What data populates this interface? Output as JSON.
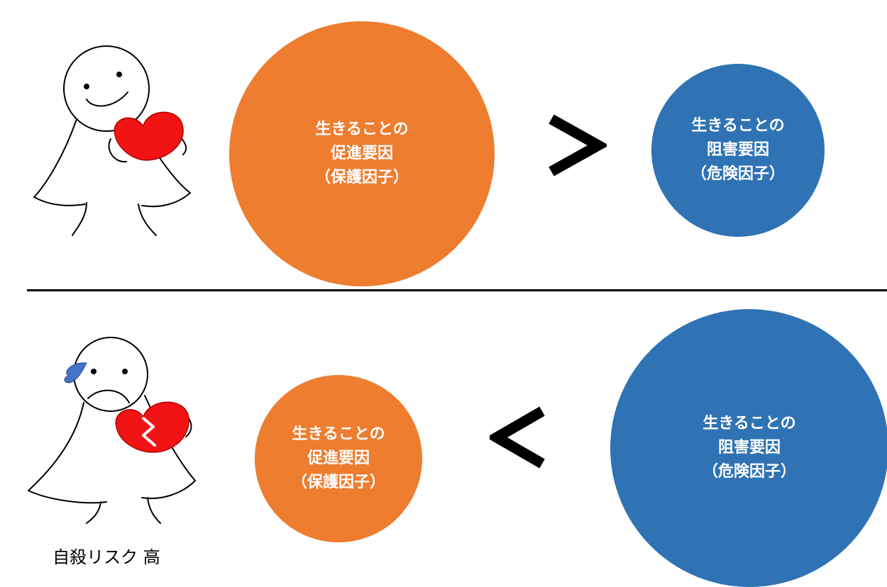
{
  "top_row": {
    "promote": {
      "line1": "生きることの",
      "line2": "促進要因",
      "line3": "（保護因子）",
      "color": "#ee7d30"
    },
    "comparison": ">",
    "risk": {
      "line1": "生きることの",
      "line2": "阻害要因",
      "line3": "（危険因子）",
      "color": "#2f73b4"
    },
    "figure_icon": "smiling-figure-with-heart-icon"
  },
  "bottom_row": {
    "promote": {
      "line1": "生きることの",
      "line2": "促進要因",
      "line3": "（保護因子）",
      "color": "#ee7d30"
    },
    "comparison": "<",
    "risk": {
      "line1": "生きることの",
      "line2": "阻害要因",
      "line3": "（危険因子）",
      "color": "#2f73b4"
    },
    "figure_icon": "crying-figure-with-broken-heart-icon",
    "caption": "自殺リスク 高"
  }
}
